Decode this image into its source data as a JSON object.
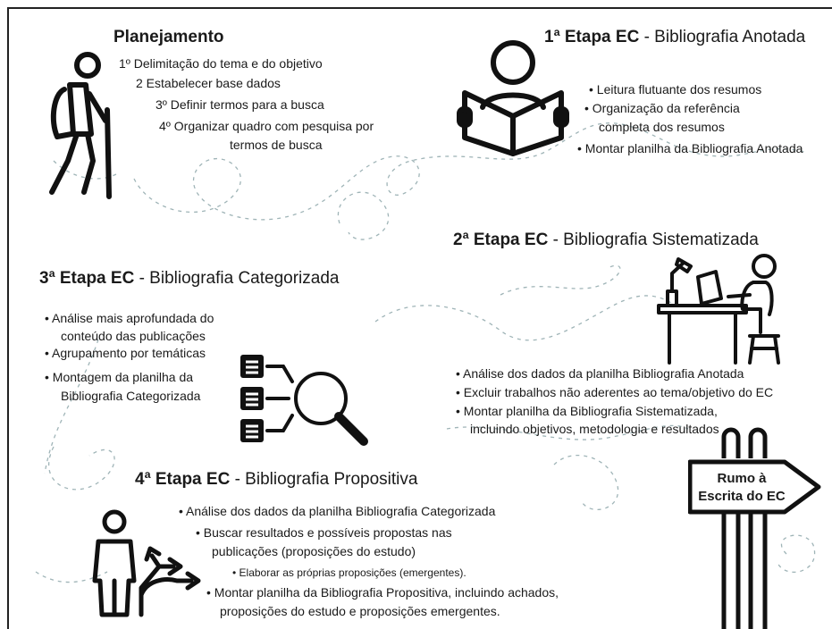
{
  "planning": {
    "title": "Planejamento",
    "steps": [
      "1º Delimitação do tema e do objetivo",
      "2  Estabelecer base dados",
      "3º Definir termos para a busca",
      "4º Organizar quadro com pesquisa por",
      "termos de busca"
    ]
  },
  "stage1": {
    "title_bold": "1ª Etapa EC",
    "title_rest": " - Bibliografia Anotada",
    "bullets": [
      "•  Leitura flutuante dos resumos",
      "•  Organização da referência",
      "completa dos resumos",
      "•  Montar planilha da Bibliografia Anotada"
    ]
  },
  "stage2": {
    "title_bold": "2ª Etapa EC",
    "title_rest": " - Bibliografia Sistematizada",
    "bullets": [
      "•  Análise dos dados da planilha Bibliografia Anotada",
      "•  Excluir trabalhos não aderentes ao tema/objetivo do EC",
      "•  Montar planilha da Bibliografia Sistematizada,",
      "incluindo objetivos, metodologia e resultados"
    ]
  },
  "stage3": {
    "title_bold": "3ª Etapa EC",
    "title_rest": " - Bibliografia Categorizada",
    "bullets": [
      "•  Análise  mais aprofundada do",
      "conteúdo das publicações",
      "•  Agrupamento por temáticas",
      "•  Montagem da planilha da",
      "Bibliografia Categorizada"
    ]
  },
  "stage4": {
    "title_bold": "4ª Etapa EC",
    "title_rest": " - Bibliografia Propositiva",
    "bullets": [
      "•  Análise dos dados da planilha Bibliografia Categorizada",
      "•  Buscar resultados e possíveis propostas nas",
      "publicações (proposições do estudo)",
      "•  Elaborar as próprias proposições (emergentes).",
      "•  Montar planilha da Bibliografia Propositiva, incluindo achados,",
      "proposições do estudo e proposições emergentes."
    ]
  },
  "sign": {
    "line1": "Rumo à",
    "line2": "Escrita do EC"
  },
  "icons": [
    "hiker-icon",
    "reader-icon",
    "desk-study-icon",
    "list-search-icon",
    "crossroads-person-icon",
    "signpost-icon"
  ],
  "colors": {
    "text": "#1a1a1a",
    "dashed_path": "#9fb4b7",
    "border": "#222222"
  }
}
